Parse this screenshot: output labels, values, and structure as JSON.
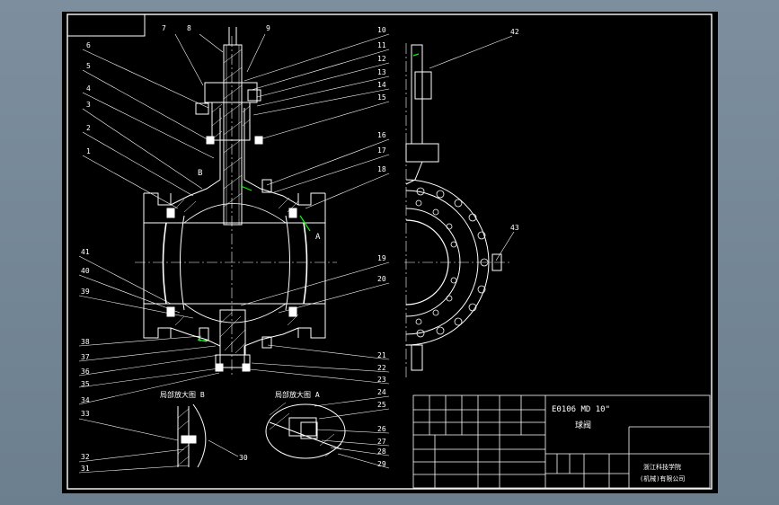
{
  "drawing": {
    "balloons_left": [
      "7",
      "8",
      "9",
      "6",
      "5",
      "4",
      "3",
      "2",
      "1",
      "41",
      "40",
      "39",
      "38",
      "37",
      "36",
      "35",
      "34",
      "33",
      "32",
      "31"
    ],
    "balloons_right": [
      "10",
      "11",
      "12",
      "13",
      "14",
      "15",
      "16",
      "17",
      "18",
      "19",
      "20",
      "21",
      "22",
      "23",
      "24",
      "25",
      "26",
      "27",
      "28",
      "29"
    ],
    "balloon_42": "42",
    "balloon_43": "43",
    "balloon_30": "30",
    "section_marks": {
      "b": "B",
      "a": "A"
    },
    "detail_views": {
      "b_label": "局部放大图 B",
      "a_label": "局部放大图 A"
    },
    "title_block": {
      "drawing_no": "E0106 MD 10\"",
      "drawing_name": "球阀",
      "company_line1": "浙江科技学院",
      "company_line2": "(机械)有限公司"
    }
  },
  "colors": {
    "background": "#000000",
    "frame": "#ffffff",
    "accent_green": "#00ff00"
  }
}
